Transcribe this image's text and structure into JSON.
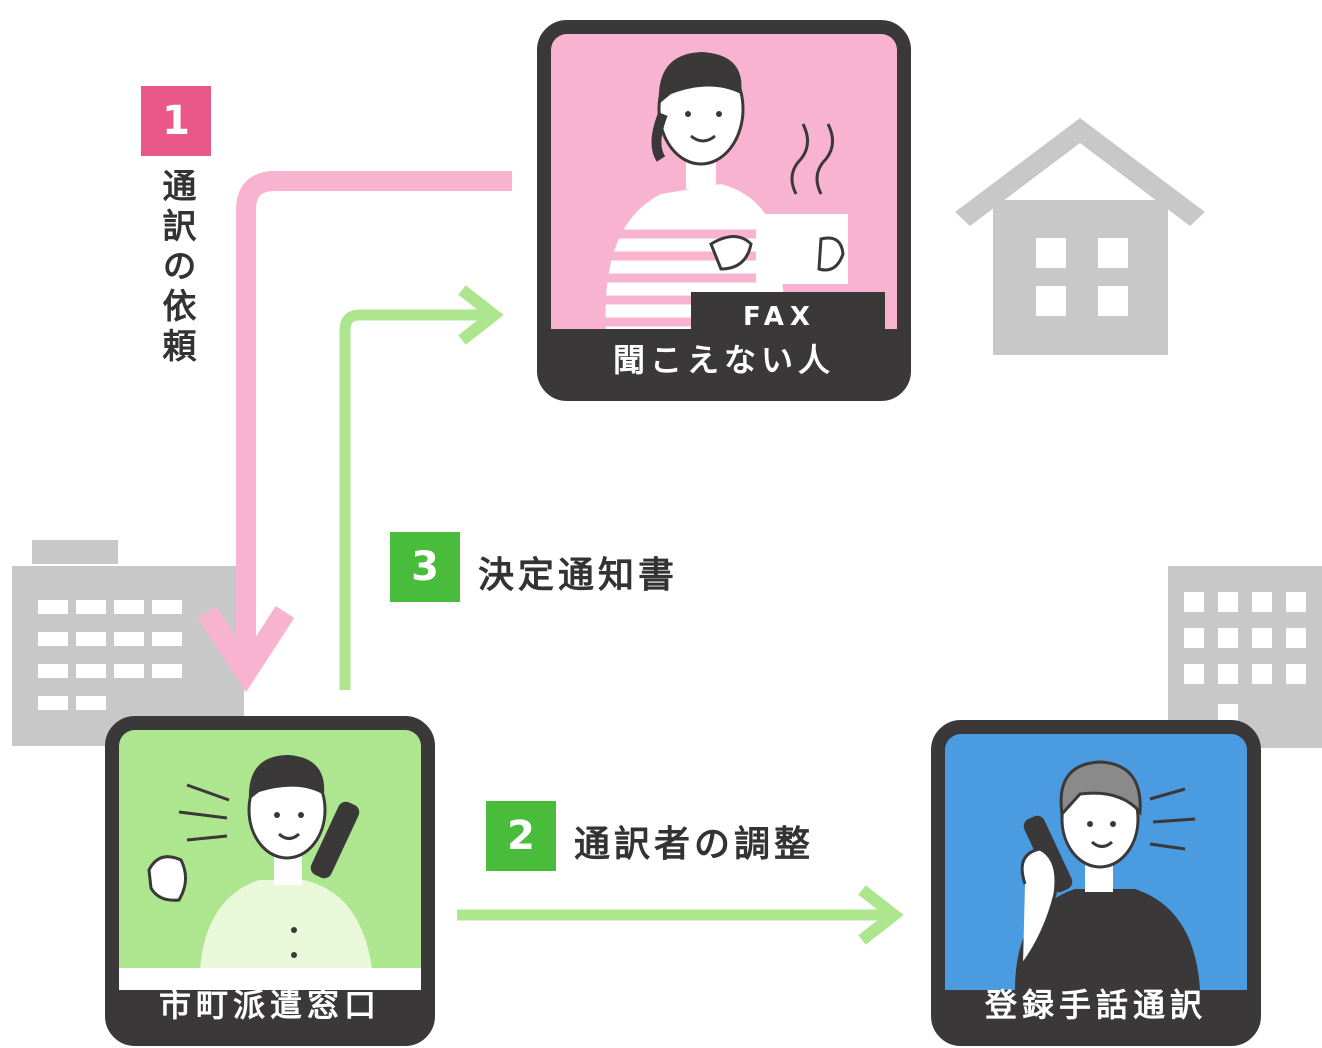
{
  "colors": {
    "pink": "#f7b3cf",
    "pink_badge": "#e95888",
    "green_light": "#aee68f",
    "green_badge": "#49bd3b",
    "blue": "#4a9be0",
    "frame": "#3a3838",
    "building_gray": "#c8c8c8"
  },
  "nodes": {
    "deaf_person": {
      "label": "聞こえない人",
      "device": "FAX"
    },
    "city_office": {
      "label": "市町派遣窓口"
    },
    "interpreter": {
      "label": "登録手話通訳"
    }
  },
  "steps": [
    {
      "number": "1",
      "label": "通訳の依頼"
    },
    {
      "number": "2",
      "label": "通訳者の調整"
    },
    {
      "number": "3",
      "label": "決定通知書"
    }
  ],
  "icons": [
    "house-icon",
    "office-building-icon",
    "apartment-building-icon",
    "fax-machine-icon",
    "phone-icon"
  ]
}
